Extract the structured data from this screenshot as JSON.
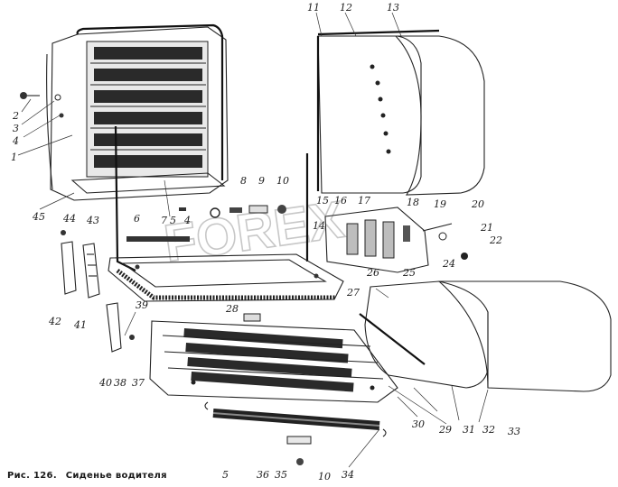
{
  "caption": {
    "prefix": "Рис. 126.",
    "title": "Сиденье водителя"
  },
  "watermark": "FOREX",
  "colors": {
    "ink": "#1a1a1a",
    "paper": "#ffffff",
    "foam": "#cfcfcf",
    "spring": "#2a2a2a"
  },
  "callouts": [
    {
      "id": "1",
      "text": "1"
    },
    {
      "id": "2",
      "text": "2"
    },
    {
      "id": "3",
      "text": "3"
    },
    {
      "id": "4",
      "text": "4"
    },
    {
      "id": "5a",
      "text": "5"
    },
    {
      "id": "6",
      "text": "6"
    },
    {
      "id": "7",
      "text": "7"
    },
    {
      "id": "4b",
      "text": "4"
    },
    {
      "id": "8",
      "text": "8"
    },
    {
      "id": "9",
      "text": "9"
    },
    {
      "id": "10a",
      "text": "10"
    },
    {
      "id": "11",
      "text": "11"
    },
    {
      "id": "12",
      "text": "12"
    },
    {
      "id": "13",
      "text": "13"
    },
    {
      "id": "14",
      "text": "14"
    },
    {
      "id": "15",
      "text": "15"
    },
    {
      "id": "16",
      "text": "16"
    },
    {
      "id": "17",
      "text": "17"
    },
    {
      "id": "18",
      "text": "18"
    },
    {
      "id": "19",
      "text": "19"
    },
    {
      "id": "20",
      "text": "20"
    },
    {
      "id": "21",
      "text": "21"
    },
    {
      "id": "22",
      "text": "22"
    },
    {
      "id": "24",
      "text": "24"
    },
    {
      "id": "25",
      "text": "25"
    },
    {
      "id": "26",
      "text": "26"
    },
    {
      "id": "27",
      "text": "27"
    },
    {
      "id": "28",
      "text": "28"
    },
    {
      "id": "29",
      "text": "29"
    },
    {
      "id": "30",
      "text": "30"
    },
    {
      "id": "31",
      "text": "31"
    },
    {
      "id": "32",
      "text": "32"
    },
    {
      "id": "33",
      "text": "33"
    },
    {
      "id": "34",
      "text": "34"
    },
    {
      "id": "35",
      "text": "35"
    },
    {
      "id": "36",
      "text": "36"
    },
    {
      "id": "37",
      "text": "37"
    },
    {
      "id": "38",
      "text": "38"
    },
    {
      "id": "39",
      "text": "39"
    },
    {
      "id": "40",
      "text": "40"
    },
    {
      "id": "41",
      "text": "41"
    },
    {
      "id": "42",
      "text": "42"
    },
    {
      "id": "43",
      "text": "43"
    },
    {
      "id": "44",
      "text": "44"
    },
    {
      "id": "45",
      "text": "45"
    },
    {
      "id": "5b",
      "text": "5"
    },
    {
      "id": "10b",
      "text": "10"
    }
  ]
}
